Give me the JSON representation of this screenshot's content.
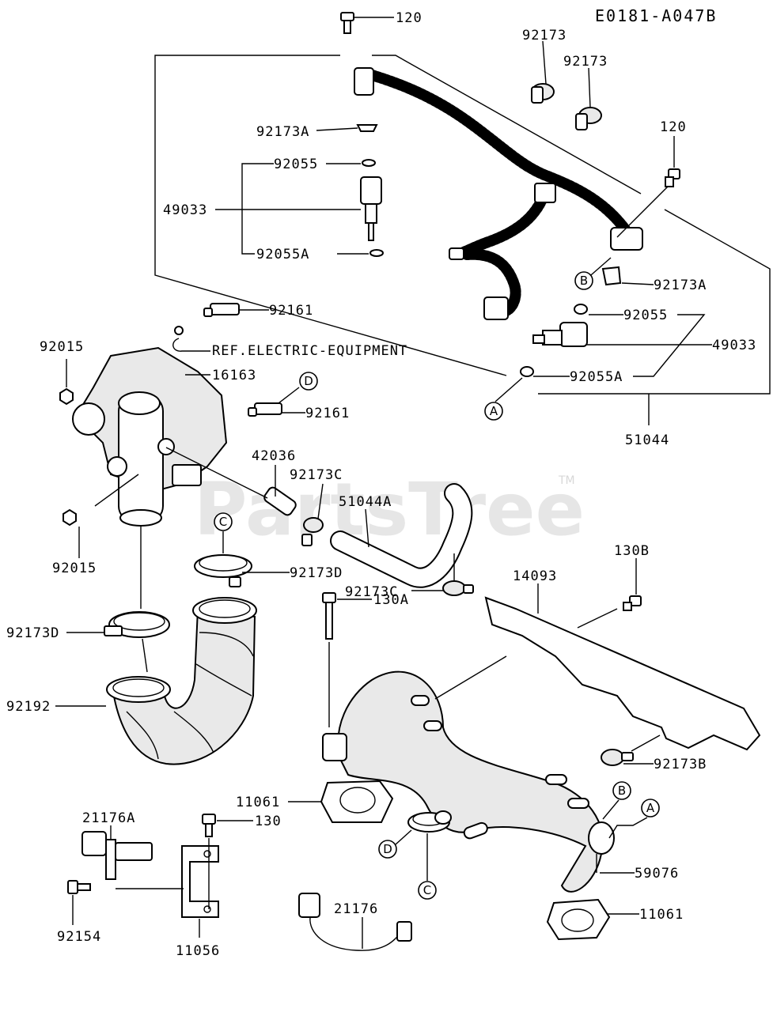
{
  "diagram_code": "E0181-A047B",
  "watermark": "PartsTree",
  "trademark": "TM",
  "reference_note": "REF.ELECTRIC-EQUIPMENT",
  "labels": {
    "p120_top": "120",
    "p92173_a": "92173",
    "p92173_b": "92173",
    "p120_right": "120",
    "p92173A_left": "92173A",
    "p92055_left": "92055",
    "p49033_left": "49033",
    "p92055A_left": "92055A",
    "p92173A_right": "92173A",
    "p92055_right": "92055",
    "p49033_right": "49033",
    "p92055A_right": "92055A",
    "p51044": "51044",
    "p92161_top": "92161",
    "p92015_top": "92015",
    "p16163": "16163",
    "p92161_mid": "92161",
    "p42036": "42036",
    "p92173C_top": "92173C",
    "p51044A": "51044A",
    "p92015_bottom": "92015",
    "p92173D_right": "92173D",
    "p92173C_bottom": "92173C",
    "p14093": "14093",
    "p130B": "130B",
    "p92173D_left": "92173D",
    "p130A": "130A",
    "p92192": "92192",
    "p92173B": "92173B",
    "p11061_mid": "11061",
    "p21176A": "21176A",
    "p130": "130",
    "p59076": "59076",
    "p11061_bottom": "11061",
    "p21176": "21176",
    "p92154": "92154",
    "p11056": "11056"
  },
  "callouts": {
    "A1": "A",
    "A2": "A",
    "B1": "B",
    "B2": "B",
    "C1": "C",
    "C2": "C",
    "D1": "D",
    "D2": "D"
  }
}
